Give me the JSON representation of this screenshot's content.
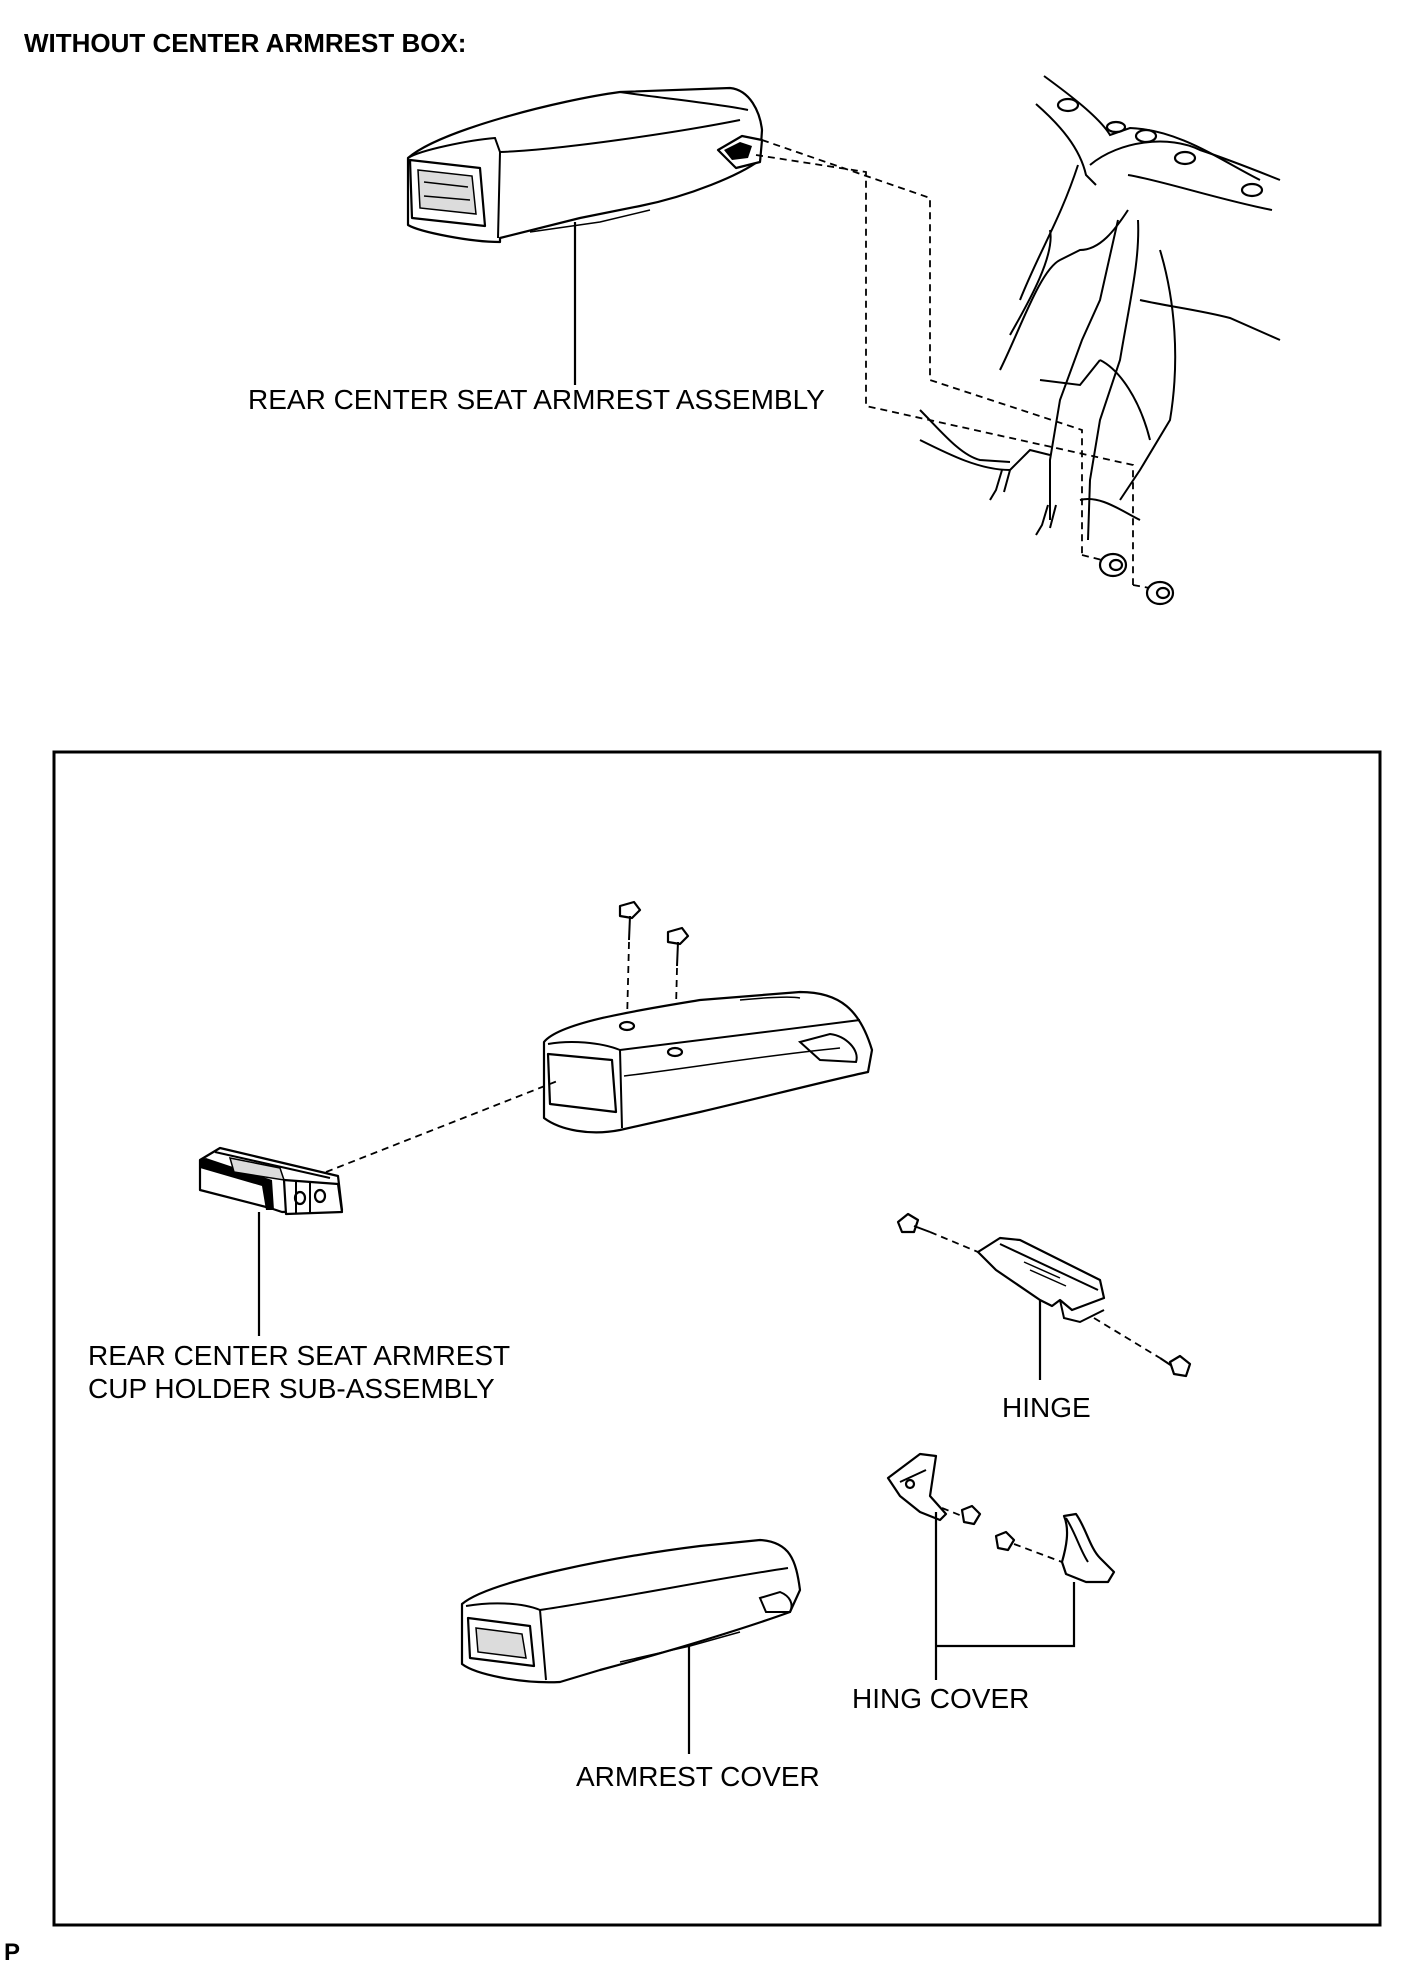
{
  "heading": "WITHOUT CENTER ARMREST BOX:",
  "labels": {
    "rear_armrest_assembly": "REAR CENTER SEAT ARMREST ASSEMBLY",
    "cup_holder_line1": "REAR CENTER SEAT ARMREST",
    "cup_holder_line2": "CUP HOLDER SUB-ASSEMBLY",
    "hinge": "HINGE",
    "hinge_cover": "HING COVER",
    "armrest_cover": "ARMREST COVER"
  },
  "corner_mark": "P"
}
